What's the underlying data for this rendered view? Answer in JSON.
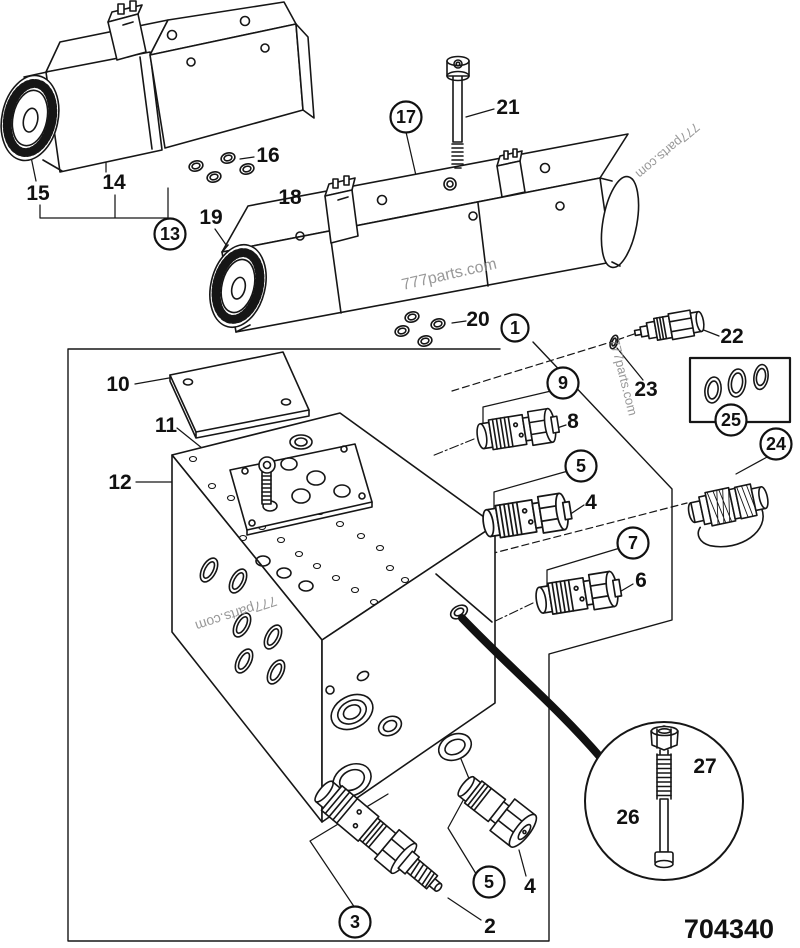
{
  "part_number": "704340",
  "watermark": "777parts.com",
  "callouts": {
    "c1": "1",
    "c2": "2",
    "c3": "3",
    "c4": "4",
    "c5": "5",
    "c6": "6",
    "c7": "7",
    "c8": "8",
    "c9": "9",
    "c10": "10",
    "c11": "11",
    "c12": "12",
    "c13": "13",
    "c14": "14",
    "c15": "15",
    "c16": "16",
    "c17": "17",
    "c18": "18",
    "c19": "19",
    "c20": "20",
    "c21": "21",
    "c22": "22",
    "c23": "23",
    "c24": "24",
    "c25": "25",
    "c26": "26",
    "c27": "27"
  }
}
